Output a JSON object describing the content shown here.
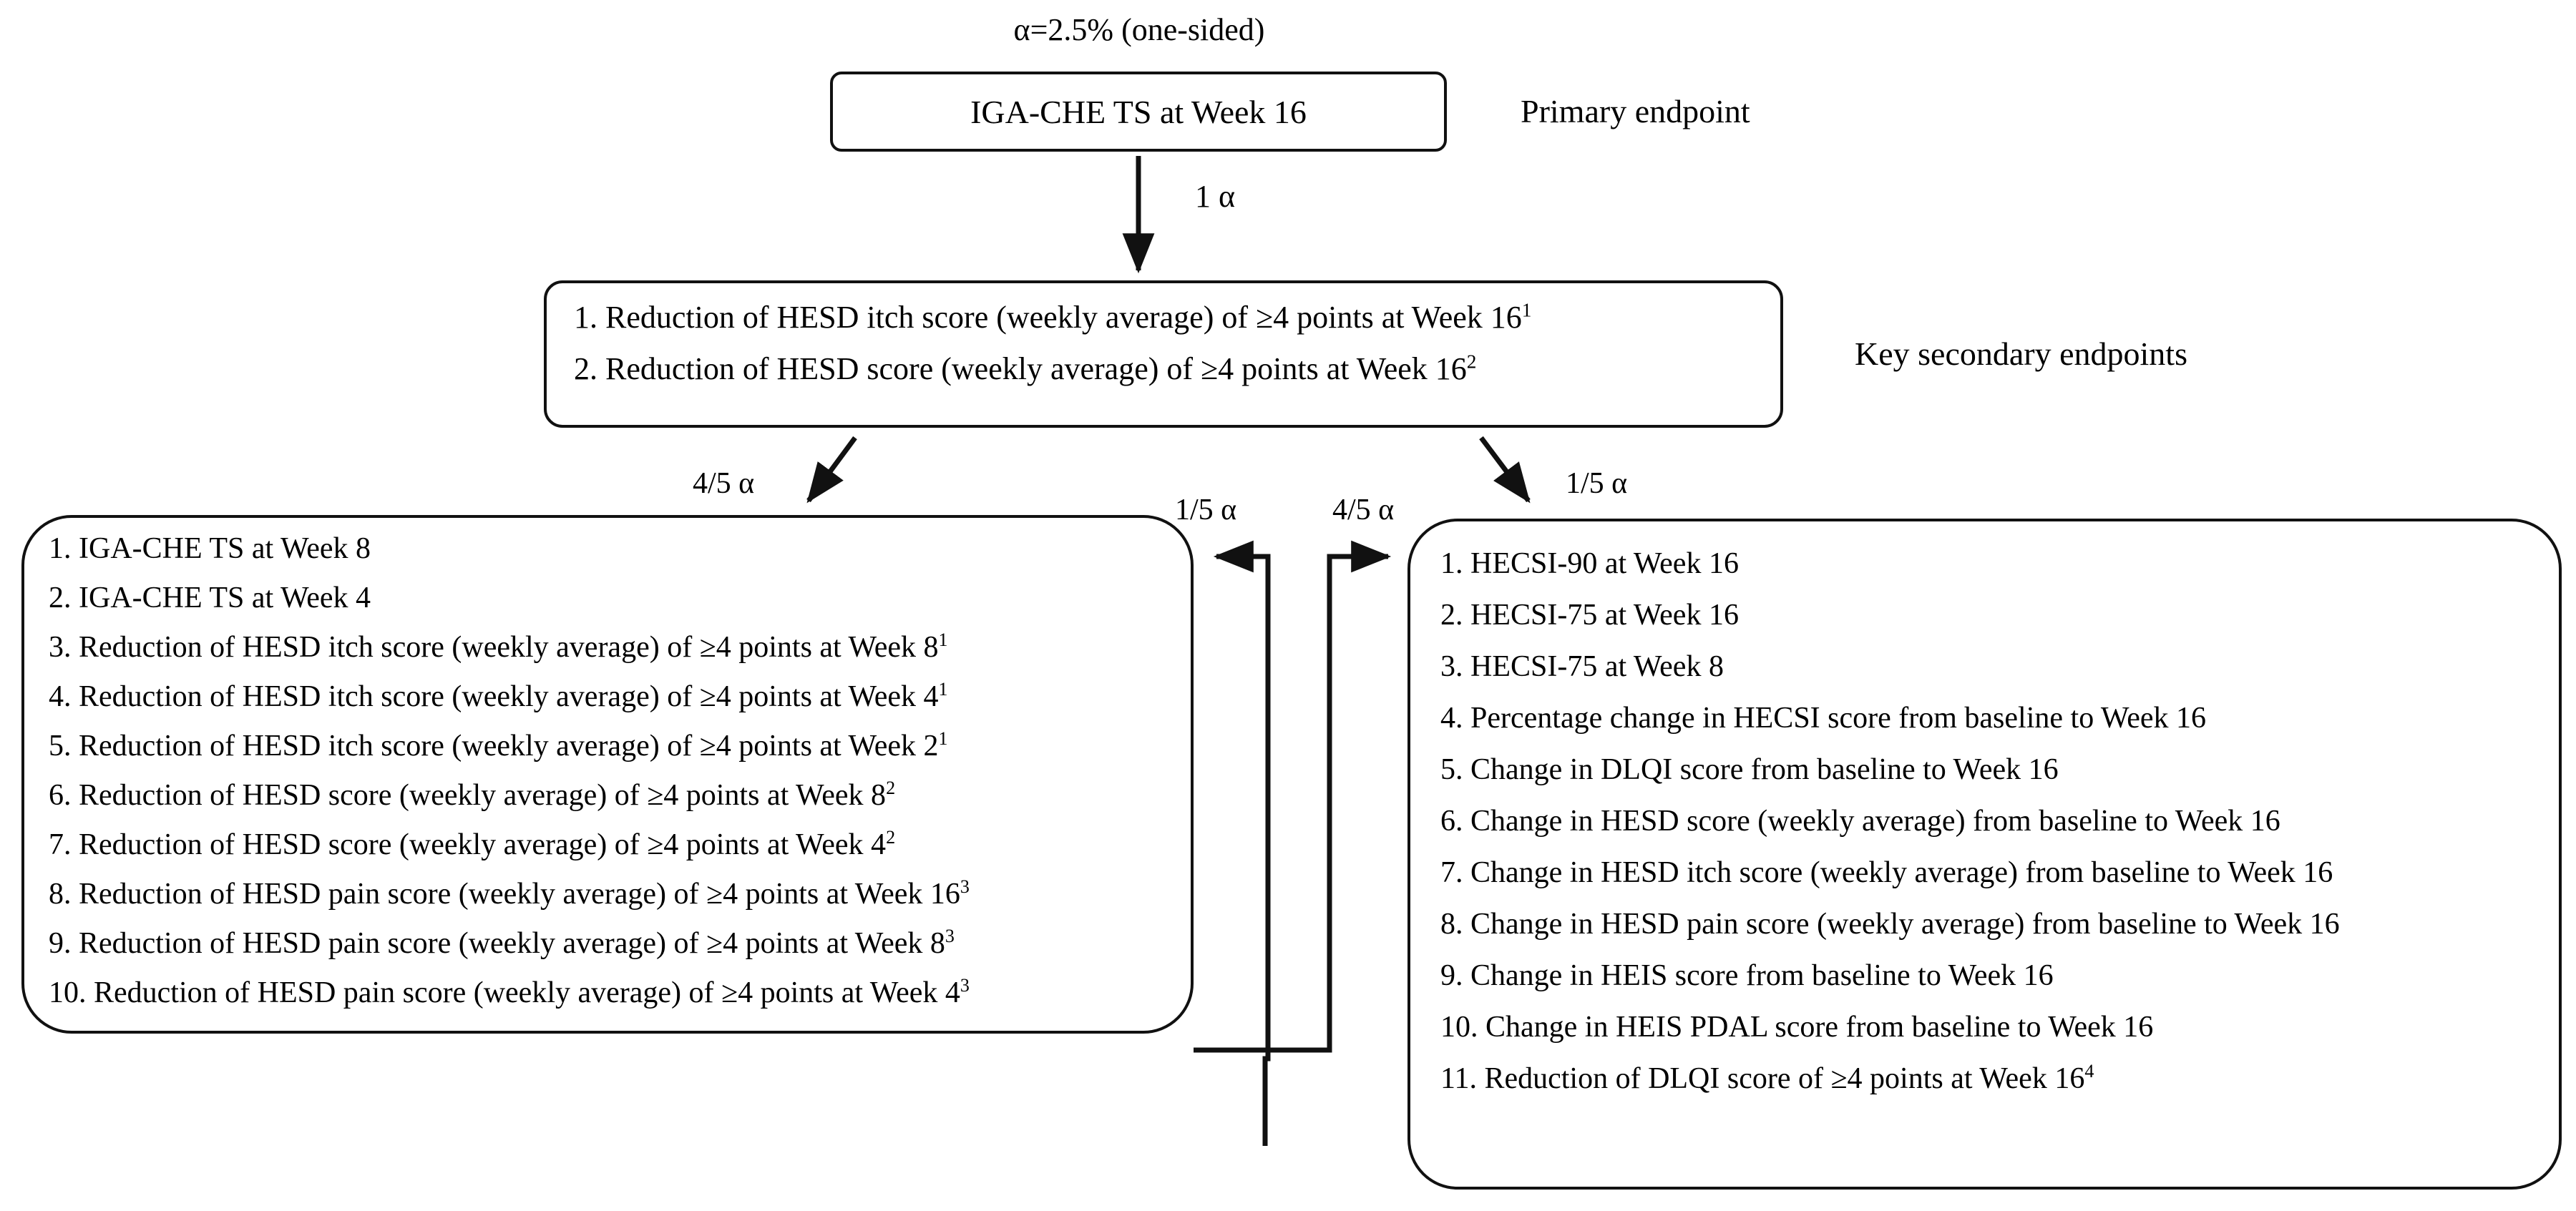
{
  "diagram": {
    "alpha_header": "α=2.5% (one-sided)",
    "primary": {
      "box_label": "IGA-CHE TS at Week 16",
      "side_label": "Primary endpoint"
    },
    "edges": {
      "one_alpha": "1 α",
      "four_fifths_left": "4/5 α",
      "one_fifth_left": "1/5 α",
      "four_fifths_right": "4/5 α",
      "one_fifth_right": "1/5 α"
    },
    "key_secondary": {
      "side_label": "Key secondary endpoints",
      "items": [
        {
          "num": "1.",
          "text": "Reduction of HESD itch score (weekly average) of ≥4 points at Week 16",
          "sup": "1"
        },
        {
          "num": "2.",
          "text": "Reduction of HESD score (weekly average) of ≥4 points at Week 16",
          "sup": "2"
        }
      ]
    },
    "left_box": {
      "items": [
        {
          "num": "1.",
          "text": "IGA-CHE TS at Week 8",
          "sup": ""
        },
        {
          "num": "2.",
          "text": "IGA-CHE TS at Week 4",
          "sup": ""
        },
        {
          "num": "3.",
          "text": "Reduction of HESD itch score (weekly average) of ≥4 points at Week 8",
          "sup": "1"
        },
        {
          "num": "4.",
          "text": "Reduction of HESD itch score (weekly average) of ≥4 points at Week 4",
          "sup": "1"
        },
        {
          "num": "5.",
          "text": "Reduction of HESD itch score (weekly average) of ≥4 points at Week 2",
          "sup": "1"
        },
        {
          "num": "6.",
          "text": "Reduction of HESD score (weekly average) of ≥4 points at Week 8",
          "sup": "2"
        },
        {
          "num": "7.",
          "text": "Reduction of HESD score (weekly average) of ≥4 points at Week 4",
          "sup": "2"
        },
        {
          "num": "8.",
          "text": "Reduction of HESD pain score (weekly average) of ≥4 points at Week 16",
          "sup": "3"
        },
        {
          "num": "9.",
          "text": "Reduction of HESD pain score (weekly average) of ≥4 points at Week 8",
          "sup": "3"
        },
        {
          "num": "10.",
          "text": "Reduction of HESD pain score (weekly average) of ≥4 points at Week 4",
          "sup": "3"
        }
      ]
    },
    "right_box": {
      "items": [
        {
          "num": "1.",
          "text": "HECSI-90 at Week 16",
          "sup": ""
        },
        {
          "num": "2.",
          "text": "HECSI-75 at Week 16",
          "sup": ""
        },
        {
          "num": "3.",
          "text": "HECSI-75 at Week 8",
          "sup": ""
        },
        {
          "num": "4.",
          "text": "Percentage change in HECSI score from baseline to Week 16",
          "sup": ""
        },
        {
          "num": "5.",
          "text": "Change in DLQI score from baseline to Week 16",
          "sup": ""
        },
        {
          "num": "6.",
          "text": "Change in HESD score (weekly average) from baseline to Week 16",
          "sup": ""
        },
        {
          "num": "7.",
          "text": "Change in HESD itch score (weekly average) from baseline to Week 16",
          "sup": ""
        },
        {
          "num": "8.",
          "text": "Change in HESD pain score (weekly average) from baseline to Week 16",
          "sup": ""
        },
        {
          "num": "9.",
          "text": "Change in HEIS score from baseline to Week 16",
          "sup": ""
        },
        {
          "num": "10.",
          "text": "Change in HEIS PDAL score from baseline to Week 16",
          "sup": ""
        },
        {
          "num": "11.",
          "text": "Reduction of DLQI score of ≥4 points at Week 16",
          "sup": "4"
        }
      ]
    },
    "colors": {
      "stroke": "#111111",
      "background": "#ffffff",
      "text": "#000000"
    }
  }
}
